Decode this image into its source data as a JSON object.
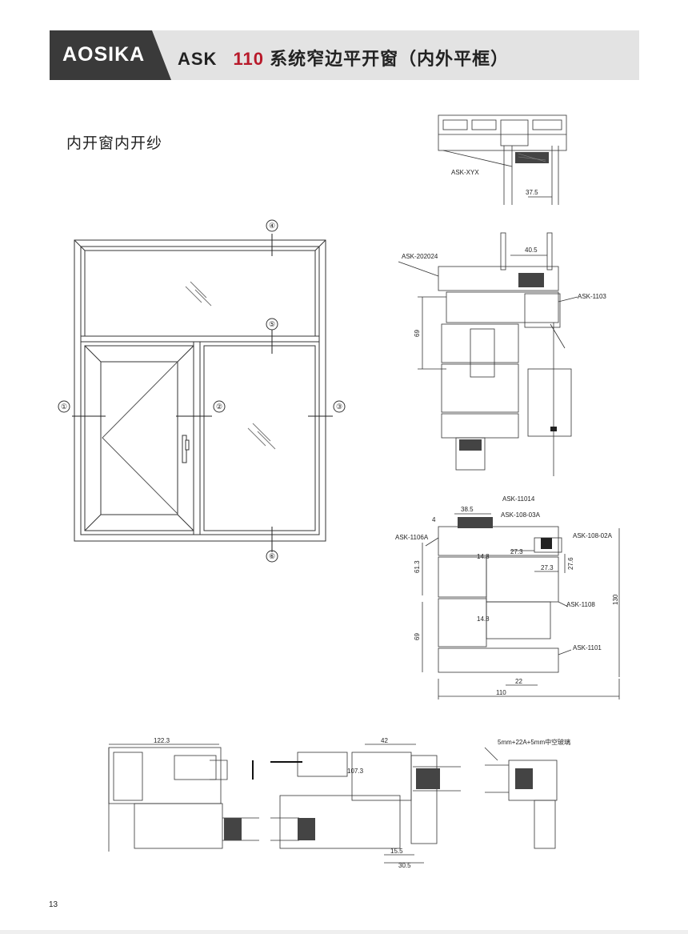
{
  "header": {
    "logo": "AOSIKA",
    "brand": "ASK",
    "series_code": "110",
    "series_name": "系统窄边平开窗（内外平框）"
  },
  "section_title": "内开窗内开纱",
  "elevation": {
    "markers": [
      "①",
      "②",
      "③",
      "④",
      "⑤",
      "⑥"
    ]
  },
  "section_top": {
    "labels": [
      "ASK-XYX"
    ],
    "dims": [
      "37.5"
    ]
  },
  "section_mid": {
    "labels": [
      "ASK-202024",
      "ASK-1103"
    ],
    "dims": [
      "40.5",
      "69"
    ]
  },
  "section_low": {
    "labels": [
      "ASK-11014",
      "ASK-108-03A",
      "ASK-1106A",
      "ASK-108-02A",
      "ASK-1108",
      "ASK-1101"
    ],
    "dims": [
      "4",
      "38.5",
      "27.3",
      "14.8",
      "27.3",
      "27.6",
      "61.3",
      "14.8",
      "69",
      "130",
      "22",
      "110"
    ]
  },
  "section_bottom": {
    "dims": [
      "122.3",
      "42",
      "107.3",
      "15.5",
      "30.5"
    ],
    "glass_note": "5mm+22A+5mm中空玻璃"
  },
  "page_number": "13"
}
